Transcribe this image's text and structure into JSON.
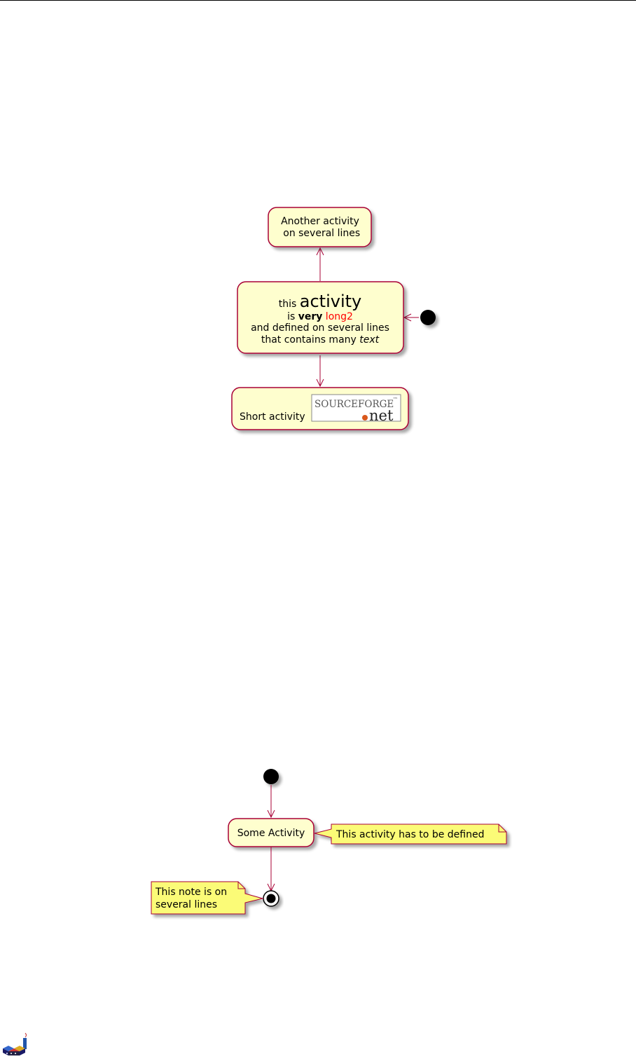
{
  "diagram1": {
    "nodes": {
      "another": [
        "Another activity",
        " on several lines"
      ],
      "long": {
        "line1_prefix": "this ",
        "line1_big": "activity",
        "line2_prefix": "is ",
        "line2_bold": "very",
        "line2_red": " long2",
        "line3": "and defined on several lines",
        "line4_prefix": "that contains many ",
        "line4_italic": "text"
      },
      "short": {
        "label": "Short activity",
        "logo_top": "SOURCEFORGE",
        "logo_tm": "™",
        "logo_bottom": "net"
      }
    }
  },
  "diagram2": {
    "activity": "Some Activity",
    "note_right": "This activity has to be defined",
    "note_left": [
      "This note is on",
      "several lines"
    ]
  },
  "colors": {
    "node_fill": "#FEFECE",
    "node_border": "#A80036",
    "arrow": "#A80036",
    "note_fill": "#FBFB77",
    "red_text": "#FF0000"
  }
}
